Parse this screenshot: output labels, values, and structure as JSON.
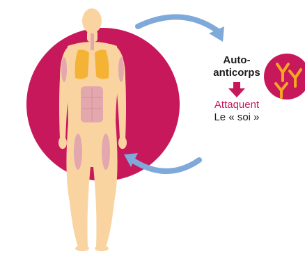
{
  "labels": {
    "title_line1": "Auto-",
    "title_line2": "anticorps",
    "action": "Attaquent",
    "target": "Le « soi »"
  },
  "colors": {
    "circle": "#c8185c",
    "body": "#fad4a0",
    "organs": "#f5b335",
    "muscles": "#e3a8ae",
    "arrows": "#7fa9d9",
    "antibody": "#f5a623"
  },
  "icons": [
    "body-figure-icon",
    "cycle-arrow-icon",
    "down-arrow-icon",
    "antibody-icon"
  ]
}
